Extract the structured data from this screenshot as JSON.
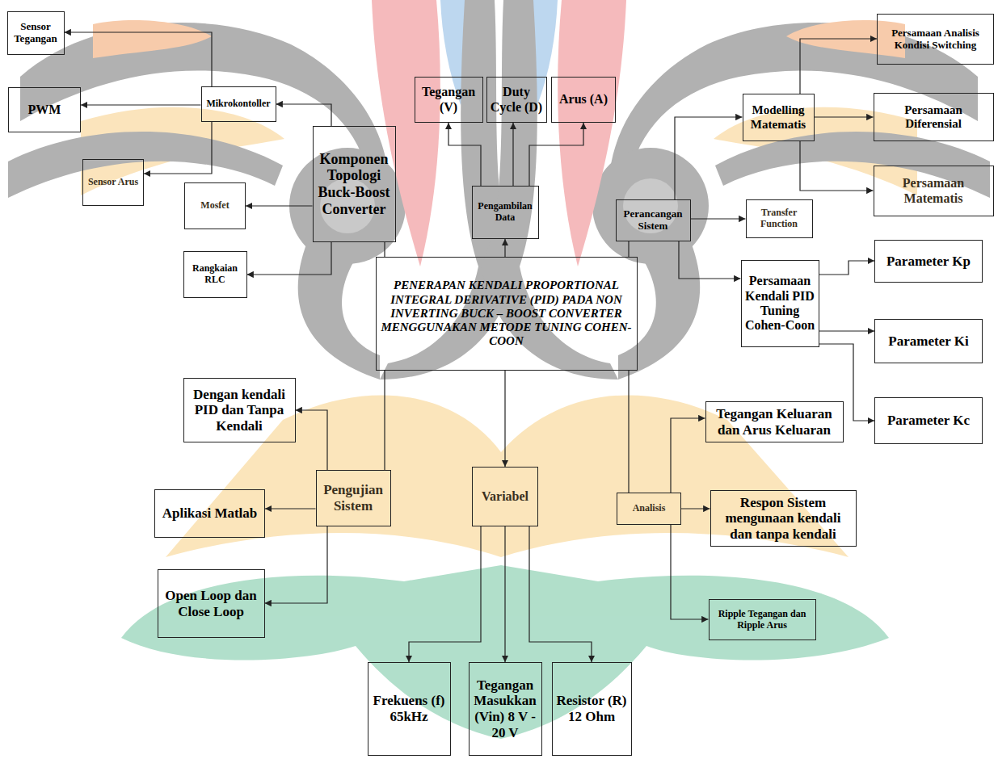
{
  "diagram": {
    "nodes": [
      {
        "text": [
          "Sensor Tegangan"
        ]
      },
      {
        "text": [
          "PWM"
        ]
      },
      {
        "text": [
          "Mikrokontoller"
        ]
      },
      {
        "text": [
          "Sensor Arus"
        ]
      },
      {
        "text": [
          "Mosfet"
        ]
      },
      {
        "text": [
          "Komponen Topologi Buck-Boost Converter"
        ]
      },
      {
        "text": [
          "Rangkaian RLC"
        ]
      },
      {
        "text": [
          "Tegangan (V)"
        ]
      },
      {
        "text": [
          "Duty Cycle (D)"
        ]
      },
      {
        "text": [
          "Arus (A)"
        ]
      },
      {
        "text": [
          "Pengambilan Data"
        ]
      },
      {
        "text": [
          "Persamaan Analisis Kondisi Switching"
        ]
      },
      {
        "text": [
          "Modelling Matematis"
        ]
      },
      {
        "text": [
          "Persamaan Diferensial"
        ]
      },
      {
        "text": [
          "Persamaan Matematis"
        ]
      },
      {
        "text": [
          "Perancangan Sistem"
        ]
      },
      {
        "text": [
          "Transfer Function"
        ]
      },
      {
        "text": [
          "Persamaan Kendali PID Tuning Cohen-Coon"
        ]
      },
      {
        "text": [
          "Parameter Kp"
        ]
      },
      {
        "text": [
          "Parameter Ki"
        ]
      },
      {
        "text": [
          "Parameter Kc"
        ]
      },
      {
        "text": [
          "PENERAPAN KENDALI PROPORTIONAL INTEGRAL DERIVATIVE (PID) PADA NON INVERTING BUCK – BOOST CONVERTER MENGGUNAKAN METODE TUNING COHEN-COON"
        ]
      },
      {
        "text": [
          "Dengan kendali PID dan Tanpa Kendali"
        ]
      },
      {
        "text": [
          "Aplikasi Matlab"
        ]
      },
      {
        "text": [
          "Pengujian Sistem"
        ]
      },
      {
        "text": [
          "Open Loop dan Close Loop"
        ]
      },
      {
        "text": [
          "Tegangan Keluaran dan Arus Keluaran"
        ]
      },
      {
        "text": [
          "Analisis"
        ]
      },
      {
        "text": [
          "Respon Sistem mengunaan kendali dan tanpa kendali"
        ]
      },
      {
        "text": [
          "Variabel"
        ]
      },
      {
        "text": [
          "Ripple Tegangan dan Ripple Arus"
        ]
      },
      {
        "text": [
          "Frekuens (f) 65kHz"
        ]
      },
      {
        "text": [
          "Tegangan Masukkan (Vin) 8 V - 20 V"
        ]
      },
      {
        "text": [
          "Resistor (R) 12 Ohm"
        ]
      }
    ],
    "edges": [
      {
        "from": 2,
        "to": 0,
        "arrow": "to"
      },
      {
        "from": 2,
        "to": 1,
        "arrow": "to"
      },
      {
        "from": 2,
        "to": 3,
        "arrow": "to"
      },
      {
        "from": 5,
        "to": 2,
        "arrow": "to"
      },
      {
        "from": 5,
        "to": 4,
        "arrow": "to"
      },
      {
        "from": 5,
        "to": 6,
        "arrow": "to"
      },
      {
        "from": 21,
        "to": 5,
        "arrow": "none"
      },
      {
        "from": 21,
        "to": 10,
        "arrow": "to"
      },
      {
        "from": 10,
        "to": 7,
        "arrow": "to"
      },
      {
        "from": 10,
        "to": 8,
        "arrow": "to"
      },
      {
        "from": 10,
        "to": 9,
        "arrow": "to"
      },
      {
        "from": 21,
        "to": 15,
        "arrow": "none"
      },
      {
        "from": 15,
        "to": 12,
        "arrow": "to"
      },
      {
        "from": 15,
        "to": 16,
        "arrow": "to"
      },
      {
        "from": 15,
        "to": 17,
        "arrow": "to"
      },
      {
        "from": 12,
        "to": 11,
        "arrow": "to"
      },
      {
        "from": 12,
        "to": 13,
        "arrow": "to"
      },
      {
        "from": 12,
        "to": 14,
        "arrow": "to"
      },
      {
        "from": 17,
        "to": 18,
        "arrow": "to"
      },
      {
        "from": 17,
        "to": 19,
        "arrow": "to"
      },
      {
        "from": 17,
        "to": 20,
        "arrow": "to"
      },
      {
        "from": 21,
        "to": 24,
        "arrow": "none"
      },
      {
        "from": 24,
        "to": 22,
        "arrow": "to"
      },
      {
        "from": 24,
        "to": 23,
        "arrow": "to"
      },
      {
        "from": 24,
        "to": 25,
        "arrow": "to"
      },
      {
        "from": 21,
        "to": 29,
        "arrow": "to"
      },
      {
        "from": 21,
        "to": 27,
        "arrow": "none"
      },
      {
        "from": 27,
        "to": 26,
        "arrow": "to"
      },
      {
        "from": 27,
        "to": 28,
        "arrow": "to"
      },
      {
        "from": 27,
        "to": 30,
        "arrow": "to"
      },
      {
        "from": 29,
        "to": 31,
        "arrow": "to"
      },
      {
        "from": 29,
        "to": 32,
        "arrow": "to"
      },
      {
        "from": 29,
        "to": 33,
        "arrow": "to"
      }
    ]
  }
}
